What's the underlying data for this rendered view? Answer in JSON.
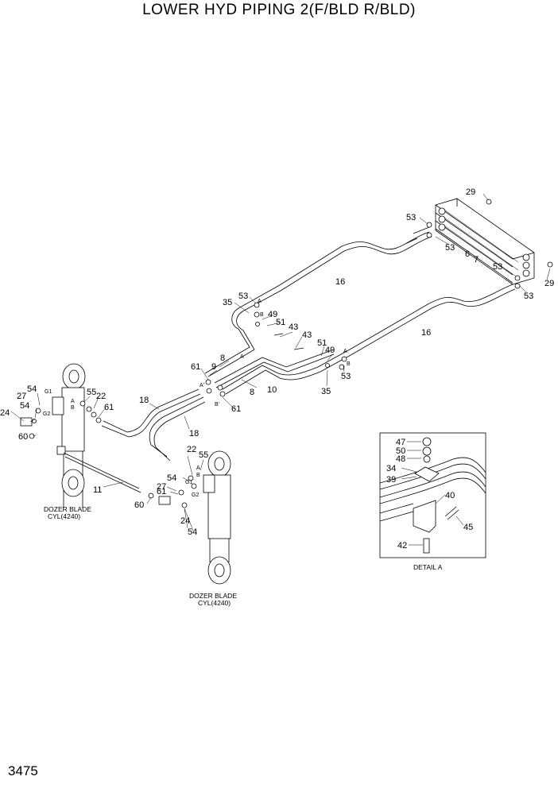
{
  "title": "LOWER HYD PIPING 2(F/BLD R/BLD)",
  "page_number": "3475",
  "callouts": {
    "c29a": "29",
    "c29b": "29",
    "c53a": "53",
    "c53b": "53",
    "c53c": "53",
    "c53d": "53",
    "c53e": "53",
    "c53f": "53",
    "c6": "6",
    "c7": "7",
    "c16a": "16",
    "c16b": "16",
    "c35a": "35",
    "c35b": "35",
    "c49a": "49",
    "c49b": "49",
    "c51a": "51",
    "c51b": "51",
    "c43a": "43",
    "c43b": "43",
    "c8a": "8",
    "c8b": "8",
    "c9": "9",
    "c10": "10",
    "c61a": "61",
    "c61b": "61",
    "c61c": "61",
    "c61d": "61",
    "c18a": "18",
    "c18b": "18",
    "c54a": "54",
    "c54b": "54",
    "c54c": "54",
    "c54d": "54",
    "c27a": "27",
    "c27b": "27",
    "c24a": "24",
    "c24b": "24",
    "c60a": "60",
    "c60b": "60",
    "c55a": "55",
    "c55b": "55",
    "c22a": "22",
    "c22b": "22",
    "c11": "11",
    "c47": "47",
    "c50": "50",
    "c48": "48",
    "c34": "34",
    "c39": "39",
    "c40": "40",
    "c45": "45",
    "c42": "42"
  },
  "ports": {
    "A": "A",
    "B": "B",
    "Ap": "A'",
    "Bp": "B'",
    "G1": "G1",
    "G2": "G2"
  },
  "captions": {
    "cyl_left_1": "DOZER BLADE",
    "cyl_left_2": "CYL(4240)",
    "cyl_right_1": "DOZER BLADE",
    "cyl_right_2": "CYL(4240)",
    "detail": "DETAIL A",
    "detail_marker": "A"
  }
}
